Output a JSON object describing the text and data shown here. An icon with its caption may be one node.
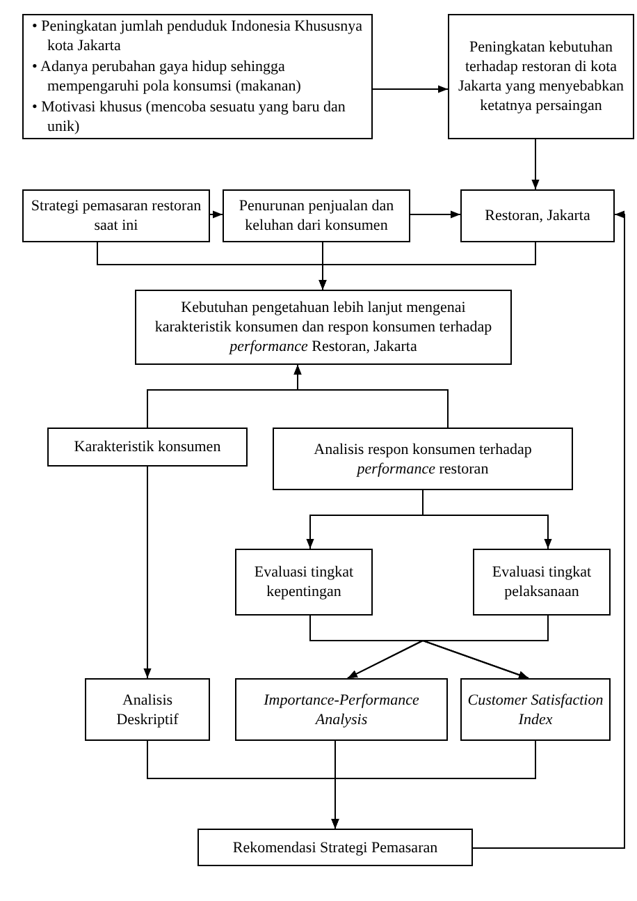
{
  "diagram": {
    "nodes": [
      {
        "text": [
          "• Peningkatan jumlah penduduk Indonesia Khususnya kota Jakarta",
          "• Adanya perubahan gaya hidup sehingga mempengaruhi pola konsumsi (makanan)",
          "• Motivasi khusus (mencoba sesuatu yang baru dan unik)"
        ]
      },
      {
        "text": [
          "Peningkatan kebutuhan terhadap restoran di kota Jakarta yang menyebabkan ketatnya persaingan"
        ]
      },
      {
        "text": [
          "Strategi pemasaran restoran saat ini"
        ]
      },
      {
        "text": [
          "Penurunan penjualan dan keluhan dari konsumen"
        ]
      },
      {
        "text": [
          "Restoran, Jakarta"
        ]
      },
      {
        "text": [
          "Kebutuhan pengetahuan lebih lanjut mengenai karakteristik konsumen dan respon konsumen terhadap *performance* Restoran, Jakarta"
        ]
      },
      {
        "text": [
          "Karakteristik konsumen"
        ]
      },
      {
        "text": [
          "Analisis respon konsumen terhadap *performance* restoran"
        ]
      },
      {
        "text": [
          "Evaluasi tingkat kepentingan"
        ]
      },
      {
        "text": [
          "Evaluasi tingkat pelaksanaan"
        ]
      },
      {
        "text": [
          "Analisis Deskriptif"
        ]
      },
      {
        "text": [
          "Importance-Performance Analysis"
        ]
      },
      {
        "text": [
          "Customer Satisfaction Index"
        ]
      },
      {
        "text": [
          "Rekomendasi Strategi Pemasaran"
        ]
      }
    ],
    "edges": [
      {
        "from": 0,
        "to": 1,
        "arrow": "to"
      },
      {
        "from": 1,
        "to": 4,
        "arrow": "to"
      },
      {
        "from": 2,
        "to": 3,
        "arrow": "to"
      },
      {
        "from": 3,
        "to": 4,
        "arrow": "to"
      },
      {
        "from": 2,
        "to": 5,
        "arrow": "to"
      },
      {
        "from": 3,
        "to": 5,
        "arrow": "to"
      },
      {
        "from": 4,
        "to": 5,
        "arrow": "to"
      },
      {
        "from": 6,
        "to": 5,
        "arrow": "to"
      },
      {
        "from": 7,
        "to": 5,
        "arrow": "to"
      },
      {
        "from": 7,
        "to": 8,
        "arrow": "to"
      },
      {
        "from": 7,
        "to": 9,
        "arrow": "to"
      },
      {
        "from": 8,
        "to": 11,
        "arrow": "to"
      },
      {
        "from": 8,
        "to": 12,
        "arrow": "to"
      },
      {
        "from": 9,
        "to": 11,
        "arrow": "to"
      },
      {
        "from": 9,
        "to": 12,
        "arrow": "to"
      },
      {
        "from": 6,
        "to": 10,
        "arrow": "to"
      },
      {
        "from": 10,
        "to": 13,
        "arrow": "to"
      },
      {
        "from": 11,
        "to": 13,
        "arrow": "to"
      },
      {
        "from": 12,
        "to": 13,
        "arrow": "to"
      },
      {
        "from": 13,
        "to": 4,
        "arrow": "to"
      }
    ]
  }
}
